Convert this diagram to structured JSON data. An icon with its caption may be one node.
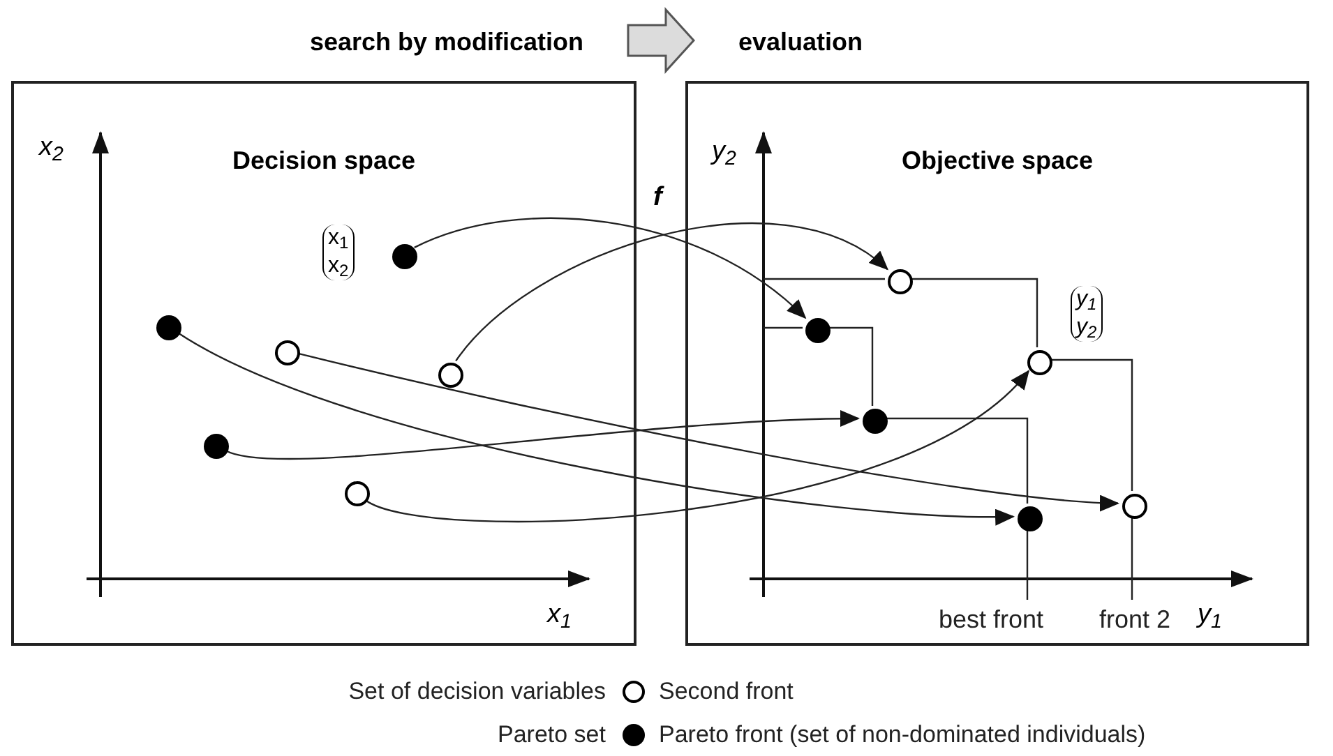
{
  "diagram": {
    "nodes": [
      {
        "text": [
          "search by modification"
        ]
      },
      {
        "text": [
          "evaluation"
        ]
      },
      {
        "text": [
          "Decision space"
        ]
      },
      {
        "text": [
          "Objective space"
        ]
      },
      {
        "text": [],
        "shape": "dot",
        "in": 2
      },
      {
        "text": [],
        "shape": "dot",
        "in": 2
      },
      {
        "text": [],
        "shape": "circle",
        "in": 2
      },
      {
        "text": [],
        "shape": "circle",
        "in": 2
      },
      {
        "text": [],
        "shape": "dot",
        "in": 2
      },
      {
        "text": [],
        "shape": "circle",
        "in": 2
      },
      {
        "text": [],
        "shape": "circle",
        "in": 3
      },
      {
        "text": [],
        "shape": "dot",
        "in": 3
      },
      {
        "text": [],
        "shape": "circle",
        "in": 3
      },
      {
        "text": [],
        "shape": "dot",
        "in": 3
      },
      {
        "text": [],
        "shape": "circle",
        "in": 3
      },
      {
        "text": [],
        "shape": "dot",
        "in": 3
      },
      {
        "text": [
          "best front"
        ],
        "in": 3
      },
      {
        "text": [
          "front 2"
        ],
        "in": 3
      }
    ],
    "edges": [
      {
        "from": 0,
        "to": 1,
        "arrow": "to",
        "style": "thick"
      },
      {
        "from": 4,
        "to": 11,
        "arrow": "to"
      },
      {
        "from": 7,
        "to": 10,
        "arrow": "to"
      },
      {
        "from": 5,
        "to": 15,
        "arrow": "to"
      },
      {
        "from": 6,
        "to": 14,
        "arrow": "to"
      },
      {
        "from": 8,
        "to": 13,
        "arrow": "to"
      },
      {
        "from": 9,
        "to": 12,
        "arrow": "to"
      },
      {
        "from": null,
        "to": 10,
        "arrow": "none"
      },
      {
        "from": 10,
        "to": 12,
        "arrow": "none"
      },
      {
        "from": 12,
        "to": 14,
        "arrow": "none"
      },
      {
        "from": 14,
        "to": 17,
        "arrow": "none"
      },
      {
        "from": null,
        "to": 11,
        "arrow": "none"
      },
      {
        "from": 11,
        "to": 13,
        "arrow": "none"
      },
      {
        "from": 13,
        "to": 15,
        "arrow": "none"
      },
      {
        "from": 15,
        "to": 16,
        "arrow": "none"
      }
    ],
    "labels": [
      "x$_{2}$",
      "f",
      "y$_{2}$",
      "x$_{1}$",
      "x$_{2}$",
      "y$_{1}$",
      "y$_{2}$",
      "x$_{1}$",
      "y$_{1}$",
      "Set of decision variables",
      "Pareto set"
    ],
    "legend": [
      {
        "text": "Second front"
      },
      {
        "text": "Pareto front (set of non-dominated individuals)"
      }
    ]
  }
}
